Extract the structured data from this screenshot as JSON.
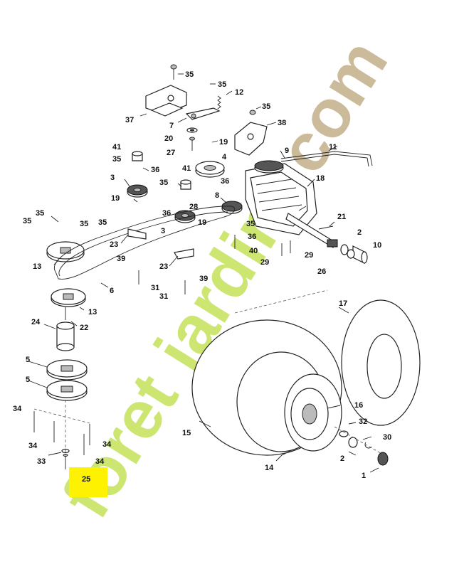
{
  "watermark": {
    "text_a": "foret",
    "text_b": "jardin",
    "text_c": ".com",
    "color_green": "#c5e25a",
    "color_orange": "#f5a53a",
    "color_tan": "#c4b08a"
  },
  "highlight": {
    "label": "25",
    "color": "#fff200"
  },
  "callouts": {
    "c35a": "35",
    "c35b": "35",
    "c12": "12",
    "c37": "37",
    "c35c": "35",
    "c38": "38",
    "c7": "7",
    "c20": "20",
    "c27": "27",
    "c19a": "19",
    "c41a": "41",
    "c9": "9",
    "c11": "11",
    "c35d": "35",
    "c36a": "36",
    "c4": "4",
    "c3a": "3",
    "c41b": "41",
    "c36b": "36",
    "c18": "18",
    "c35e": "35",
    "c19b": "19",
    "c8": "8",
    "c36c": "36",
    "c28": "28",
    "c35f": "35",
    "c35g": "35",
    "c35h": "35",
    "c35i": "35",
    "c3b": "3",
    "c19c": "19",
    "c35j": "35",
    "c21": "21",
    "c36d": "36",
    "c2a": "2",
    "c13a": "13",
    "c23a": "23",
    "c40": "40",
    "c29a": "29",
    "c29b": "29",
    "c10": "10",
    "c39a": "39",
    "c23b": "23",
    "c26": "26",
    "c6": "6",
    "c31a": "31",
    "c39b": "39",
    "c31b": "31",
    "c13b": "13",
    "c17": "17",
    "c24": "24",
    "c22": "22",
    "c5a": "5",
    "c5b": "5",
    "c16": "16",
    "c34a": "34",
    "c15": "15",
    "c32": "32",
    "c34b": "34",
    "c34c": "34",
    "c30": "30",
    "c33": "33",
    "c34d": "34",
    "c2b": "2",
    "c14": "14",
    "c1": "1"
  }
}
